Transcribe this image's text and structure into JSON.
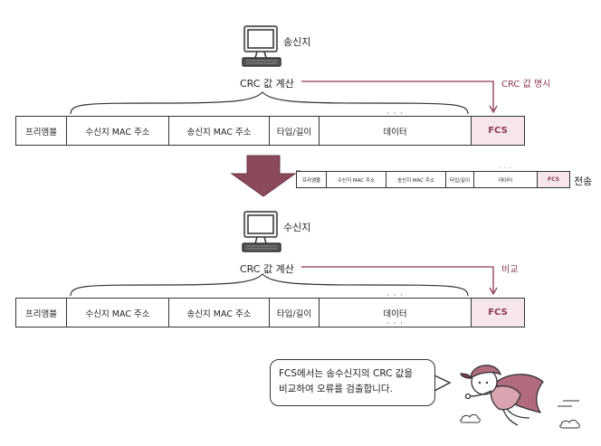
{
  "sender": {
    "label": "송신지",
    "calc_label": "CRC 값 계산",
    "annotation": "CRC 값 명시"
  },
  "receiver": {
    "label": "수신지",
    "calc_label": "CRC 값 계산",
    "annotation": "비교"
  },
  "transmit_label": "전송",
  "frame_fields": {
    "preamble": "프리앰블",
    "dest_mac": "수신지 MAC 주소",
    "src_mac": "송신지 MAC 주소",
    "type_length": "타입/길이",
    "data": "데이터",
    "data_dots": "· · ·",
    "fcs": "FCS"
  },
  "bubble": {
    "line1": "FCS에서는 송수신지의 CRC 값을",
    "line2": "비교하여 오류를 검출합니다."
  },
  "colors": {
    "accent": "#8a3a4f",
    "arrow": "#8a4a5c",
    "fcs_fill": "#f6e6ea",
    "line": "#333333"
  }
}
